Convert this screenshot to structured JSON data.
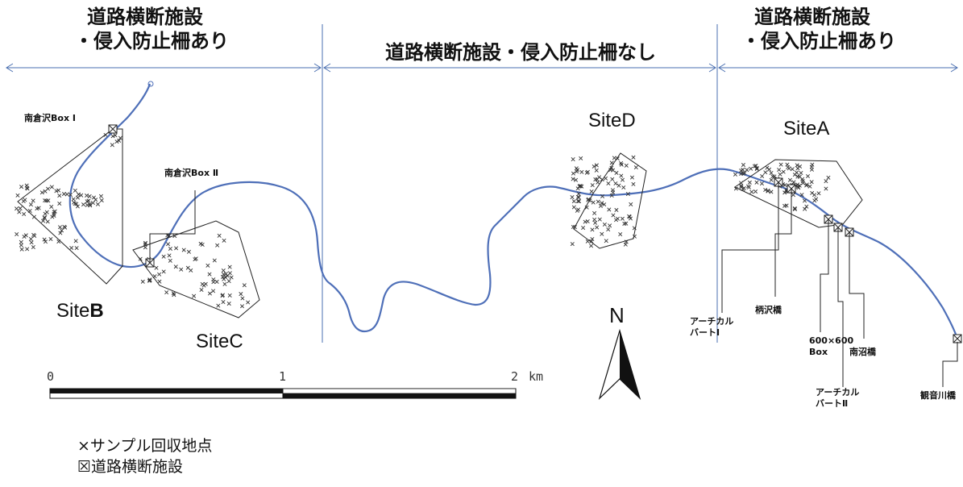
{
  "headers": {
    "left": [
      "道路横断施設",
      "・侵入防止柵あり"
    ],
    "center": "道路横断施設・侵入防止柵なし",
    "right": [
      "道路横断施設",
      "・侵入防止柵あり"
    ]
  },
  "sites": {
    "b": "Site",
    "b_letter": "B",
    "c": "SiteC",
    "d": "SiteD",
    "a": "SiteA"
  },
  "structures": {
    "minamikurasawa_1": "南倉沢Box Ⅰ",
    "minamikurasawa_2": "南倉沢Box Ⅱ",
    "arch_1": [
      "アーチカル",
      "バートⅠ"
    ],
    "karasawa": "柄沢橋",
    "box600": [
      "600×600",
      "Box"
    ],
    "arch_2": [
      "アーチカル",
      "バートⅡ"
    ],
    "minaminuma": "南沼橋",
    "kannon": "観音川橋"
  },
  "north_label": "N",
  "scale": {
    "labels": [
      "0",
      "1",
      "2"
    ],
    "unit": "km"
  },
  "legend": {
    "sample": "×サンプル回収地点",
    "crossing": "☒道路横断施設"
  }
}
